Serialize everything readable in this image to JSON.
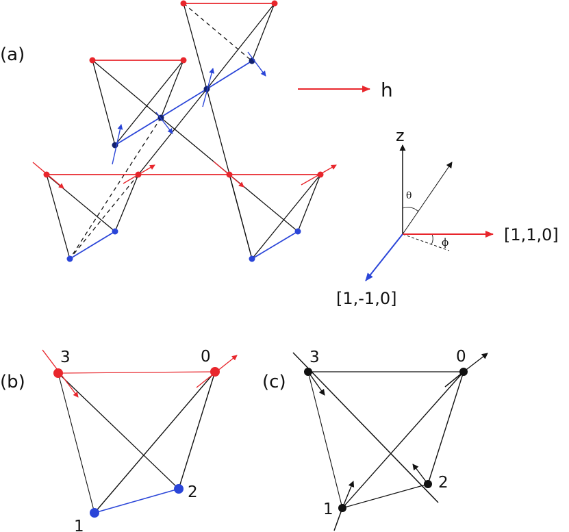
{
  "panels": {
    "a": {
      "label": "(a)"
    },
    "b": {
      "label": "(b)",
      "site_labels": [
        "0",
        "1",
        "2",
        "3"
      ]
    },
    "c": {
      "label": "(c)",
      "site_labels": [
        "0",
        "1",
        "2",
        "3"
      ]
    }
  },
  "field": {
    "label": "h",
    "color": "#e8262c"
  },
  "axes": {
    "z_label": "z",
    "theta_label": "θ",
    "phi_label": "ϕ",
    "x_label": "[1,1,0]",
    "y_label": "[1,-1,0]",
    "x_color": "#e8262c",
    "y_color": "#2a45d8"
  },
  "colors": {
    "red": "#e8262c",
    "blue": "#2a45d8",
    "dark_blue": "#12216e",
    "black": "#111111"
  }
}
